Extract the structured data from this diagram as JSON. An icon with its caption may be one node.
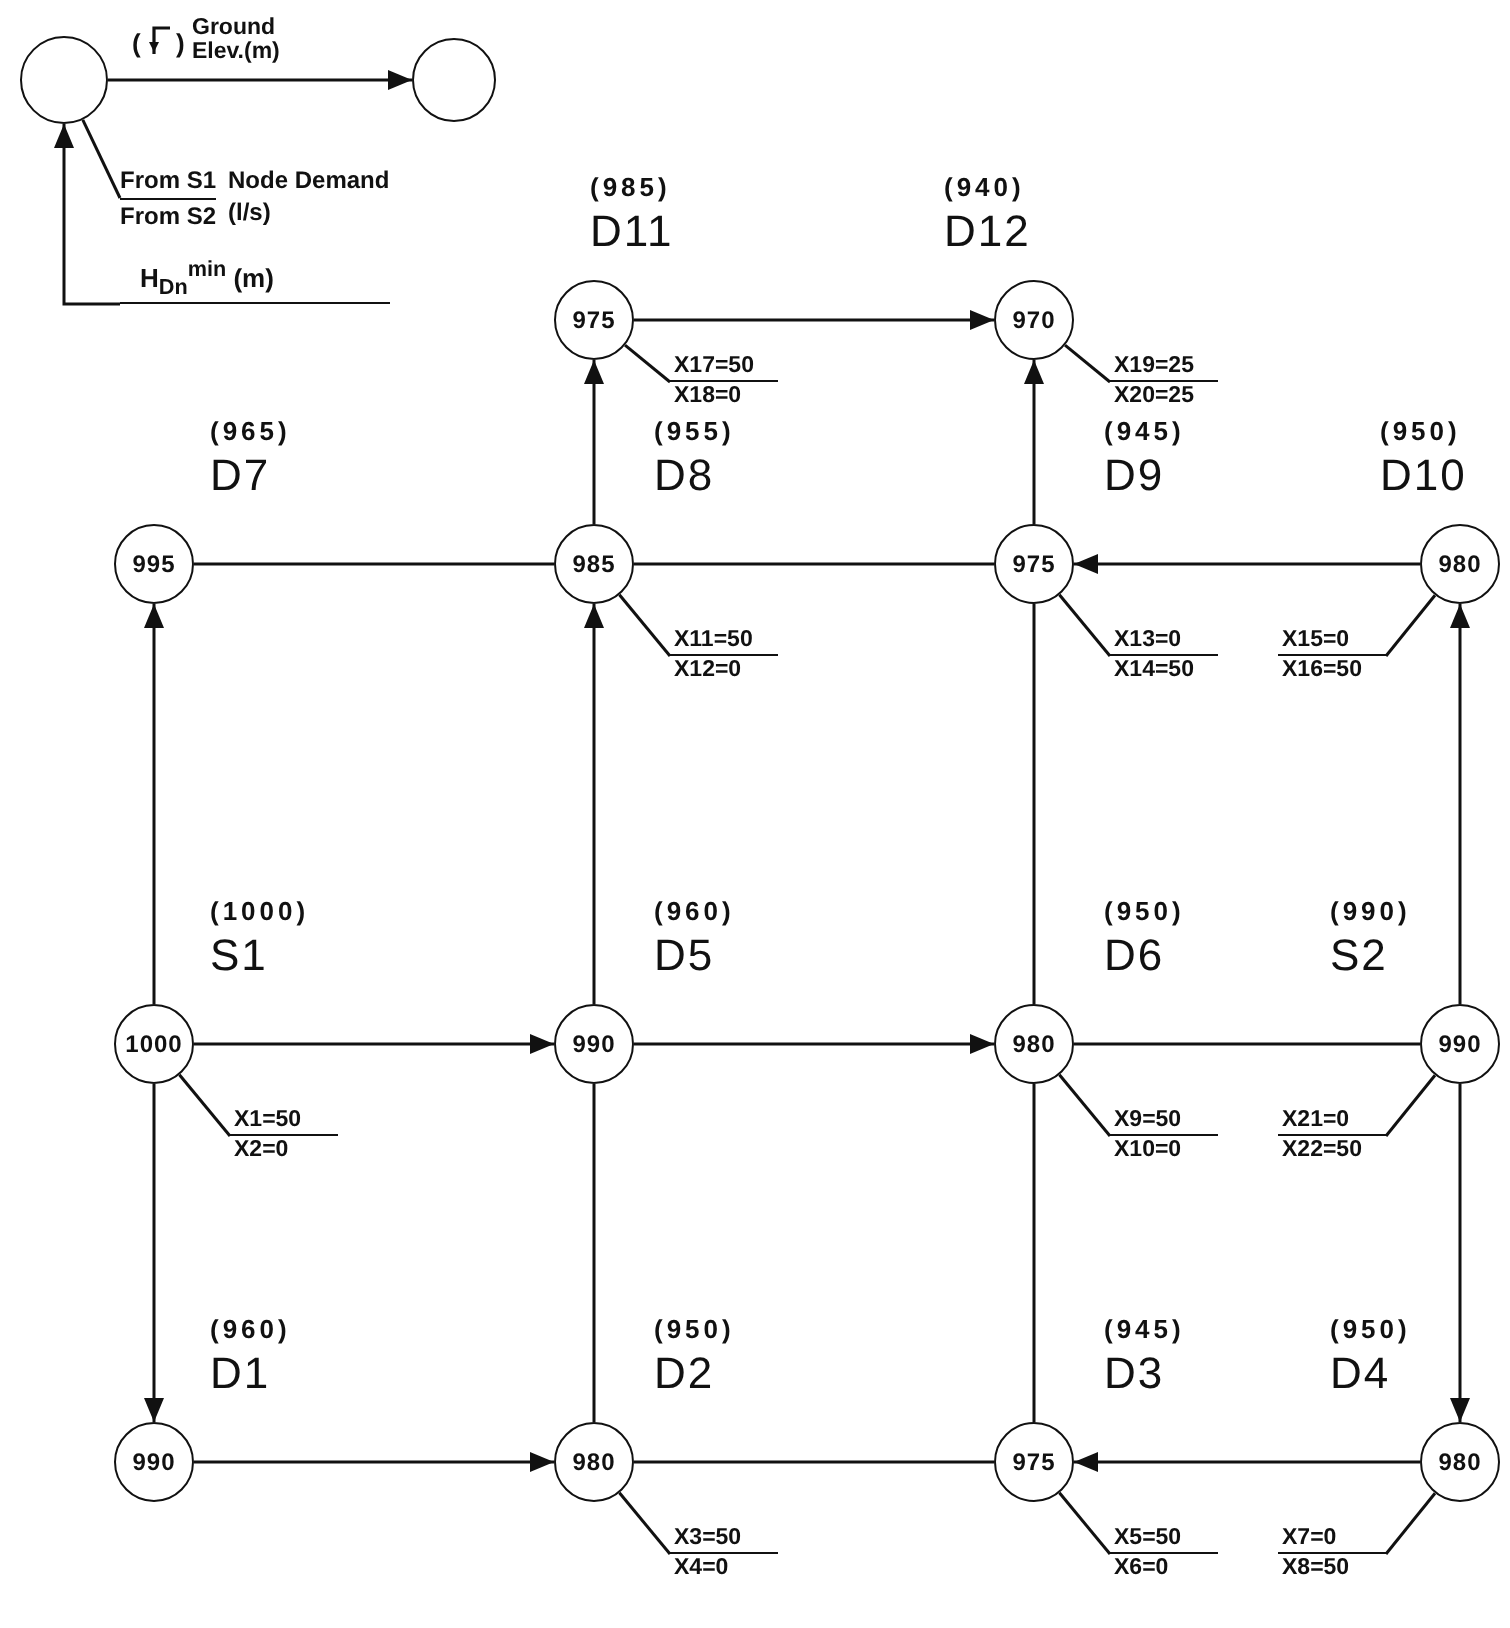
{
  "diagram": {
    "nodes": [
      {
        "text": [],
        "shape": "circle"
      },
      {
        "text": [],
        "shape": "circle"
      },
      {
        "text": [
          "From S1",
          "From S2",
          "Node Demand (l/s)"
        ]
      },
      {
        "text": [
          "H$_{Dn}$$^{min}$ (m)"
        ]
      },
      {
        "text": [
          "975"
        ],
        "beside": [
          "(985)",
          "D11"
        ]
      },
      {
        "text": [
          "970"
        ],
        "beside": [
          "(940)",
          "D12"
        ]
      },
      {
        "text": [
          "995"
        ],
        "beside": [
          "(965)",
          "D7"
        ]
      },
      {
        "text": [
          "985"
        ],
        "beside": [
          "(955)",
          "D8"
        ]
      },
      {
        "text": [
          "975"
        ],
        "beside": [
          "(945)",
          "D9"
        ]
      },
      {
        "text": [
          "980"
        ],
        "beside": [
          "(950)",
          "D10"
        ]
      },
      {
        "text": [
          "1000"
        ],
        "beside": [
          "(1000)",
          "S1"
        ]
      },
      {
        "text": [
          "990"
        ],
        "beside": [
          "(960)",
          "D5"
        ]
      },
      {
        "text": [
          "980"
        ],
        "beside": [
          "(950)",
          "D6"
        ]
      },
      {
        "text": [
          "990"
        ],
        "beside": [
          "(990)",
          "S2"
        ]
      },
      {
        "text": [
          "990"
        ],
        "beside": [
          "(960)",
          "D1"
        ]
      },
      {
        "text": [
          "980"
        ],
        "beside": [
          "(950)",
          "D2"
        ]
      },
      {
        "text": [
          "975"
        ],
        "beside": [
          "(945)",
          "D3"
        ]
      },
      {
        "text": [
          "980"
        ],
        "beside": [
          "(950)",
          "D4"
        ]
      },
      {
        "text": [
          "X17=50",
          "X18=0"
        ]
      },
      {
        "text": [
          "X19=25",
          "X20=25"
        ]
      },
      {
        "text": [
          "X11=50",
          "X12=0"
        ]
      },
      {
        "text": [
          "X13=0",
          "X14=50"
        ]
      },
      {
        "text": [
          "X15=0",
          "X16=50"
        ]
      },
      {
        "text": [
          "X1=50",
          "X2=0"
        ]
      },
      {
        "text": [
          "X9=50",
          "X10=0"
        ]
      },
      {
        "text": [
          "X21=0",
          "X22=50"
        ]
      },
      {
        "text": [
          "X3=50",
          "X4=0"
        ]
      },
      {
        "text": [
          "X5=50",
          "X6=0"
        ]
      },
      {
        "text": [
          "X7=0",
          "X8=50"
        ]
      }
    ],
    "edges": [
      {
        "from": 0,
        "to": 1,
        "arrow": "to",
        "label": "Ground Elev.(m)"
      },
      {
        "from": 0,
        "to": 2,
        "arrow": "none"
      },
      {
        "from": 3,
        "to": 0,
        "arrow": "to"
      },
      {
        "from": 4,
        "to": 5,
        "arrow": "to"
      },
      {
        "from": 7,
        "to": 4,
        "arrow": "to"
      },
      {
        "from": 8,
        "to": 5,
        "arrow": "to"
      },
      {
        "from": 6,
        "to": 7,
        "arrow": "none"
      },
      {
        "from": 7,
        "to": 8,
        "arrow": "none"
      },
      {
        "from": 9,
        "to": 8,
        "arrow": "to"
      },
      {
        "from": 10,
        "to": 6,
        "arrow": "to"
      },
      {
        "from": 11,
        "to": 7,
        "arrow": "to"
      },
      {
        "from": 12,
        "to": 8,
        "arrow": "none"
      },
      {
        "from": 13,
        "to": 9,
        "arrow": "to"
      },
      {
        "from": 10,
        "to": 11,
        "arrow": "to"
      },
      {
        "from": 11,
        "to": 12,
        "arrow": "to"
      },
      {
        "from": 12,
        "to": 13,
        "arrow": "none"
      },
      {
        "from": 10,
        "to": 14,
        "arrow": "to"
      },
      {
        "from": 11,
        "to": 15,
        "arrow": "none"
      },
      {
        "from": 12,
        "to": 16,
        "arrow": "none"
      },
      {
        "from": 13,
        "to": 17,
        "arrow": "to"
      },
      {
        "from": 14,
        "to": 15,
        "arrow": "to"
      },
      {
        "from": 15,
        "to": 16,
        "arrow": "none"
      },
      {
        "from": 17,
        "to": 16,
        "arrow": "to"
      },
      {
        "from": 4,
        "to": 18,
        "arrow": "none"
      },
      {
        "from": 5,
        "to": 19,
        "arrow": "none"
      },
      {
        "from": 7,
        "to": 20,
        "arrow": "none"
      },
      {
        "from": 8,
        "to": 21,
        "arrow": "none"
      },
      {
        "from": 9,
        "to": 22,
        "arrow": "none"
      },
      {
        "from": 10,
        "to": 23,
        "arrow": "none"
      },
      {
        "from": 12,
        "to": 24,
        "arrow": "none"
      },
      {
        "from": 13,
        "to": 25,
        "arrow": "none"
      },
      {
        "from": 15,
        "to": 26,
        "arrow": "none"
      },
      {
        "from": 16,
        "to": 27,
        "arrow": "none"
      },
      {
        "from": 17,
        "to": 28,
        "arrow": "none"
      }
    ],
    "labels": [
      "(",
      ")"
    ]
  }
}
